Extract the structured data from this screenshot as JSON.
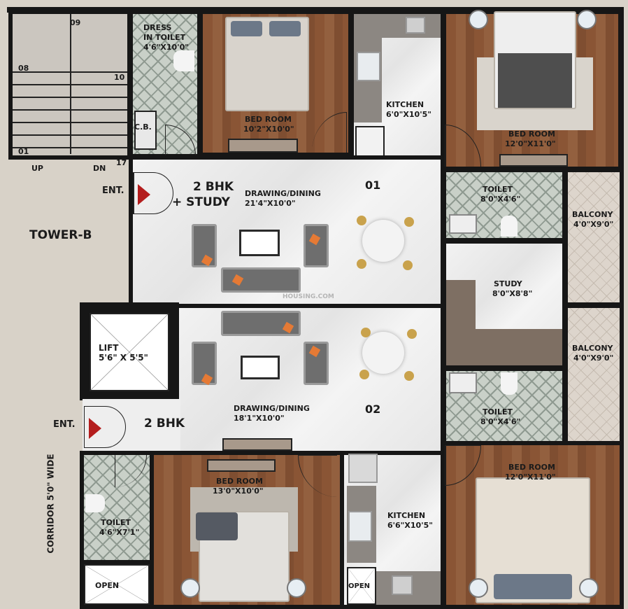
{
  "building": {
    "tower": "TOWER-B",
    "corridor": "CORRIDOR 5'0\" WIDE",
    "watermark": "HOUSING.COM"
  },
  "staircase": {
    "step_numbers": [
      "09",
      "08",
      "10",
      "01",
      "17"
    ],
    "up": "UP",
    "down": "DN"
  },
  "lift": {
    "name": "LIFT",
    "size": "5'6\" X 5'5\""
  },
  "unit_01": {
    "number": "01",
    "type": "2 BHK",
    "type_extra": "+ STUDY",
    "entrance": "ENT.",
    "rooms": {
      "dress_toilet": {
        "name1": "DRESS",
        "name2": "IN TOILET",
        "size": "4'6\"X10'0\""
      },
      "cb": "C.B.",
      "bedroom1": {
        "name": "BED ROOM",
        "size": "10'2\"X10'0\""
      },
      "kitchen": {
        "name": "KITCHEN",
        "size": "6'0\"X10'5\""
      },
      "bedroom2": {
        "name": "BED ROOM",
        "size": "12'0\"X11'0\""
      },
      "drawing": {
        "name": "DRAWING/DINING",
        "size": "21'4\"X10'0\""
      },
      "toilet": {
        "name": "TOILET",
        "size": "8'0\"X4'6\""
      },
      "balcony": {
        "name": "BALCONY",
        "size": "4'0\"X9'0\""
      },
      "study": {
        "name": "STUDY",
        "size": "8'0\"X8'8\""
      }
    }
  },
  "unit_02": {
    "number": "02",
    "type": "2 BHK",
    "entrance": "ENT.",
    "rooms": {
      "drawing": {
        "name": "DRAWING/DINING",
        "size": "18'1\"X10'0\""
      },
      "balcony": {
        "name": "BALCONY",
        "size": "4'0\"X9'0\""
      },
      "toilet": {
        "name": "TOILET",
        "size": "8'0\"X4'6\""
      },
      "bedroom_right": {
        "name": "BED ROOM",
        "size": "12'0\"X11'0\""
      },
      "kitchen": {
        "name": "KITCHEN",
        "size": "6'6\"X10'5\""
      },
      "bedroom_left": {
        "name": "BED ROOM",
        "size": "13'0\"X10'0\""
      },
      "toilet_left": {
        "name": "TOILET",
        "size": "4'6\"X7'1\""
      },
      "open1": "OPEN",
      "open2": "OPEN"
    }
  },
  "colors": {
    "wall": "#161616",
    "wood_floor": "#8a5535",
    "entrance_arrow": "#b41d1d",
    "cushion": "#e57a35"
  }
}
